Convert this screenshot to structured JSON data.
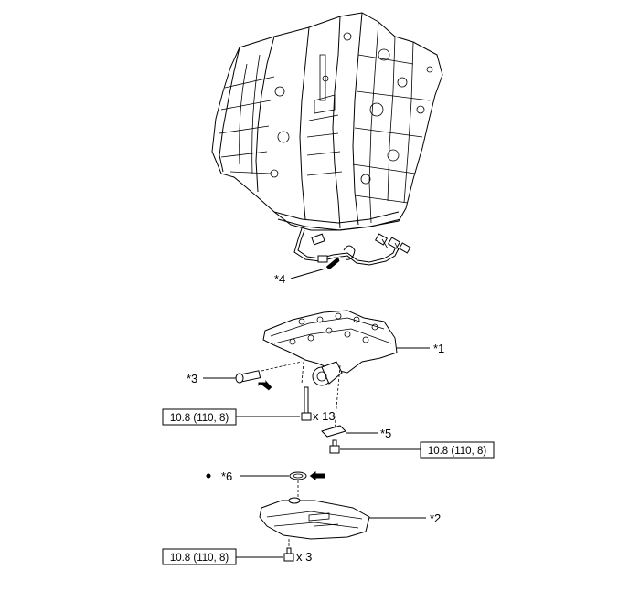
{
  "callouts": {
    "c1": "*1",
    "c2": "*2",
    "c3": "*3",
    "c4": "*4",
    "c5": "*5",
    "c6": "*6"
  },
  "torque": {
    "t1": "10.8 (110, 8)",
    "t2": "10.8 (110, 8)",
    "t3": "10.8 (110, 8)"
  },
  "quantities": {
    "q13": "x 13",
    "q3": "x 3"
  },
  "icons": [
    "arrow-icon",
    "bolt-icon",
    "dot-icon"
  ]
}
